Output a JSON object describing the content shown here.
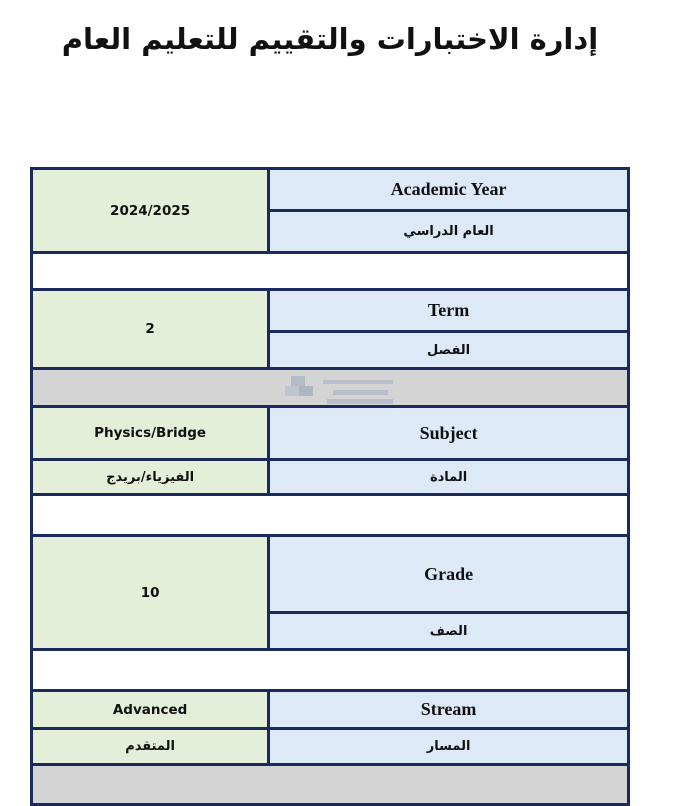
{
  "header": {
    "title": "إدارة الاختبارات والتقييم للتعليم العام"
  },
  "rows": {
    "academic_year": {
      "label_en": "Academic Year",
      "label_ar": "العام الدراسي",
      "value": "2024/2025"
    },
    "term": {
      "label_en": "Term",
      "label_ar": "الفصل",
      "value": "2"
    },
    "subject": {
      "label_en": "Subject",
      "label_ar": "المادة",
      "value_en": "Physics/Bridge",
      "value_ar": "الفيزياء/بريدج"
    },
    "grade": {
      "label_en": "Grade",
      "label_ar": "الصف",
      "value": "10"
    },
    "stream": {
      "label_en": "Stream",
      "label_ar": "المسار",
      "value_en": "Advanced",
      "value_ar": "المتقدم"
    }
  },
  "colors": {
    "border": "#1a2a5a",
    "value_fill": "#e4efd9",
    "label_fill": "#dde9f6",
    "gray_spacer": "#d4d4d4"
  }
}
